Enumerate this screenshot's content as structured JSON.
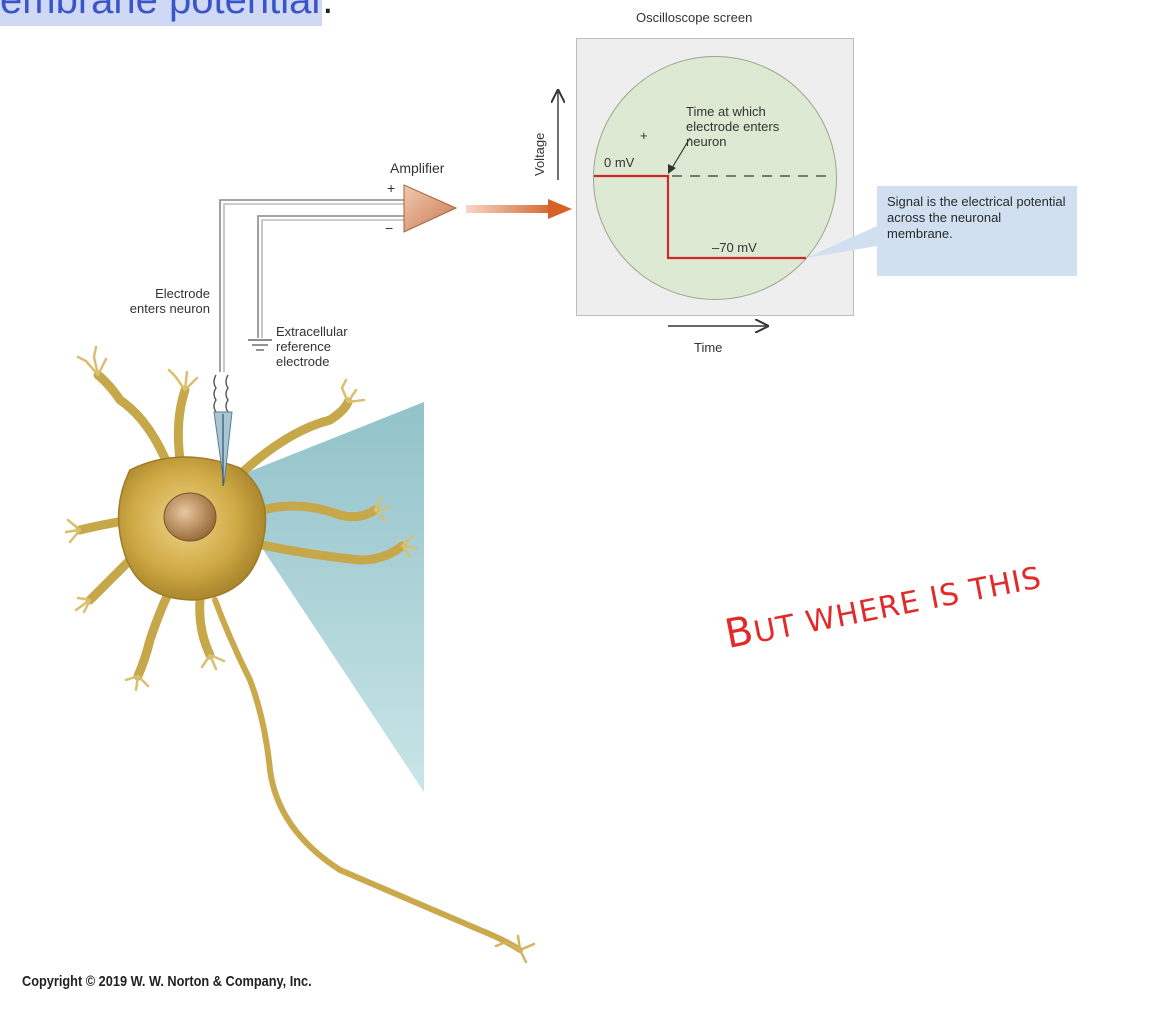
{
  "header": {
    "text": "embrane potential",
    "suffix": "."
  },
  "oscilloscope": {
    "title": "Oscilloscope screen",
    "y_axis": "Voltage",
    "x_axis": "Time",
    "plus_sign": "+",
    "zero_label": "0 mV",
    "resting_label": "–70 mV",
    "entry_note": "Time at which electrode enters neuron"
  },
  "amplifier": {
    "label": "Amplifier",
    "plus": "+",
    "minus": "−"
  },
  "electrode": {
    "label": "Electrode enters neuron"
  },
  "reference": {
    "label": "Extracellular reference electrode"
  },
  "callout": {
    "text": "Signal is the electrical potential across the neuronal membrane."
  },
  "annotation": {
    "first": "B",
    "rest": "UT WHERE IS THIS"
  },
  "copyright": "Copyright © 2019 W. W. Norton & Company, Inc.",
  "colors": {
    "trace": "#cc2a2a",
    "stamp": "#e22a2a",
    "header": "#3a55c8",
    "neuron": "#c9a53c"
  }
}
